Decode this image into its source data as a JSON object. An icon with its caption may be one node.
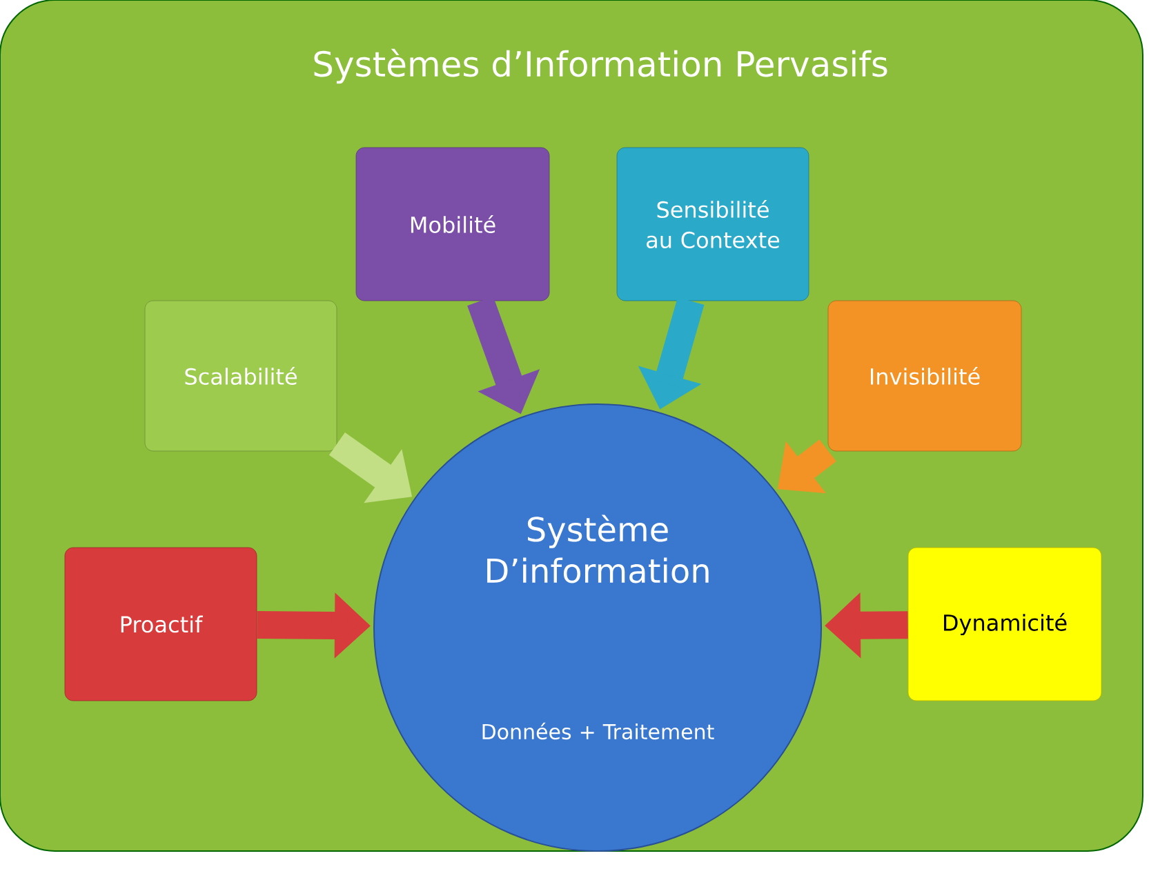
{
  "diagram": {
    "nodes": [
      {
        "text": [
          "Systèmes d’Information Pervasifs"
        ]
      },
      {
        "text": [
          "Mobilité"
        ],
        "in": 0
      },
      {
        "text": [
          "Sensibilité au Contexte"
        ],
        "in": 0
      },
      {
        "text": [
          "Scalabilité"
        ],
        "in": 0
      },
      {
        "text": [
          "Invisibilité"
        ],
        "in": 0
      },
      {
        "text": [
          "Proactif"
        ],
        "in": 0
      },
      {
        "text": [
          "Dynamicité"
        ],
        "in": 0
      },
      {
        "text": [
          "Système D’information",
          "Données + Traitement"
        ],
        "in": 0
      }
    ],
    "edges": [
      {
        "from": 1,
        "to": 7,
        "arrow": "to",
        "color": "#7b4fa8"
      },
      {
        "from": 2,
        "to": 7,
        "arrow": "to",
        "color": "#2aa9c9"
      },
      {
        "from": 3,
        "to": 7,
        "arrow": "to",
        "color": "#c2df85"
      },
      {
        "from": 4,
        "to": 7,
        "arrow": "to",
        "color": "#f39325"
      },
      {
        "from": 5,
        "to": 7,
        "arrow": "to",
        "color": "#d83b3b"
      },
      {
        "from": 6,
        "to": 7,
        "arrow": "to",
        "color": "#d83b3b"
      }
    ]
  }
}
